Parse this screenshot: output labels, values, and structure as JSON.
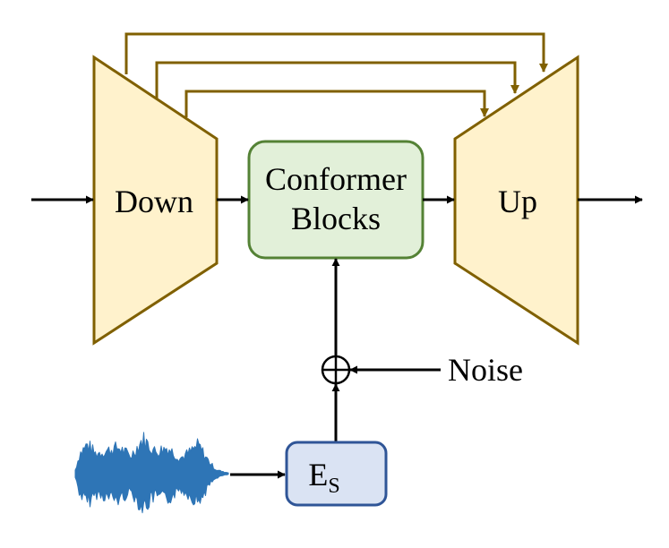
{
  "diagram": {
    "down_label": "Down",
    "up_label": "Up",
    "conformer_line1": "Conformer",
    "conformer_line2": "Blocks",
    "noise_label": "Noise",
    "encoder_main": "E",
    "encoder_sub": "S"
  },
  "colors": {
    "trapezoid_fill": "#FFF2CC",
    "trapezoid_stroke": "#806000",
    "skip_line": "#806000",
    "conformer_fill": "#E2F0D9",
    "conformer_stroke": "#548235",
    "encoder_fill": "#DAE3F3",
    "encoder_stroke": "#2F5597",
    "waveform": "#2E75B6",
    "arrow": "#000000"
  },
  "icons": {
    "sum": "circle-plus-icon",
    "audio": "waveform-icon"
  }
}
